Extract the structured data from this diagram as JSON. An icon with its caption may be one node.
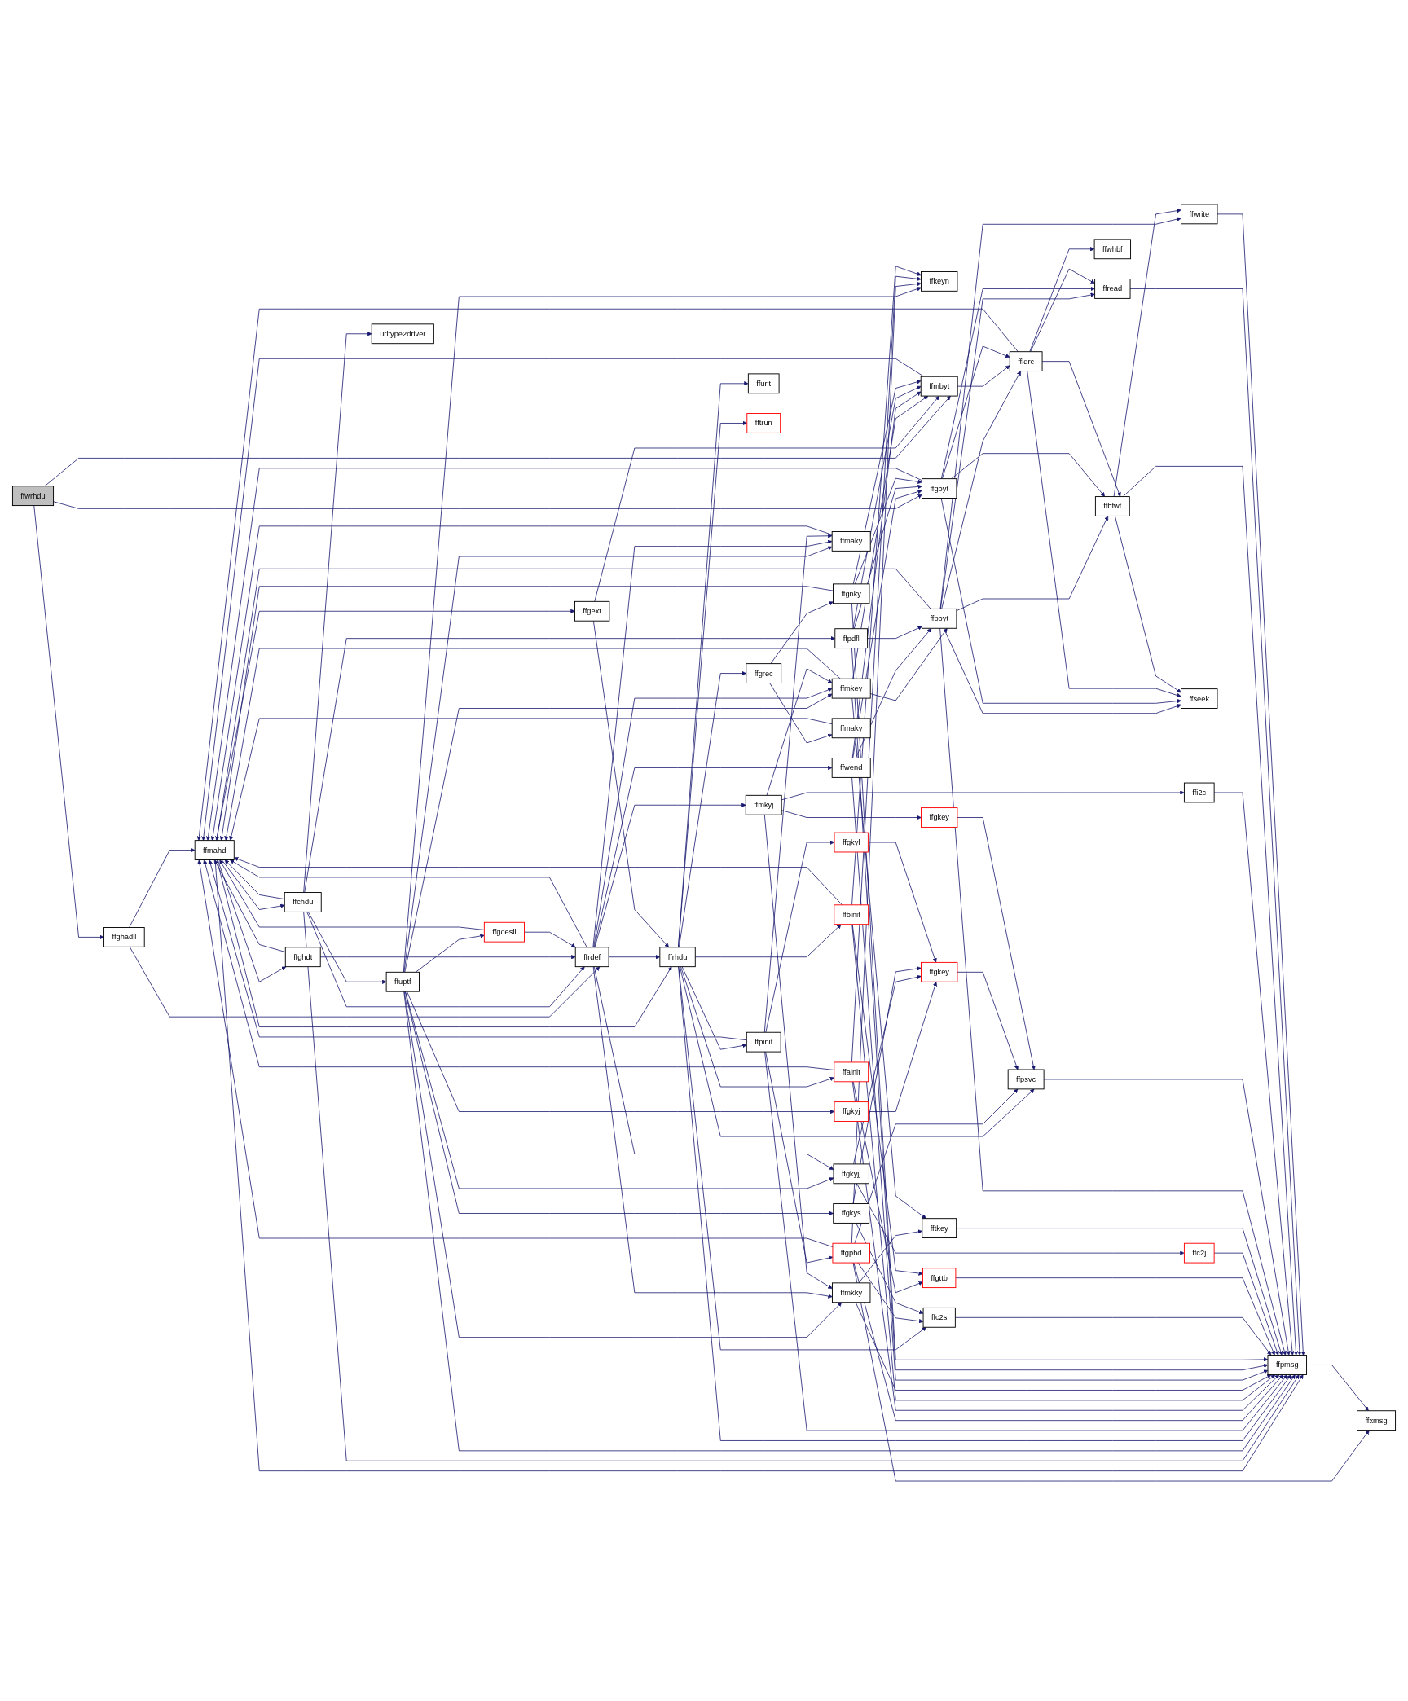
{
  "diagram": {
    "nodes": [
      {
        "text": [
          "ffwrhdu"
        ]
      },
      {
        "text": [
          "ffghadll"
        ]
      },
      {
        "text": [
          "ffmahd"
        ]
      },
      {
        "text": [
          "ffchdu"
        ]
      },
      {
        "text": [
          "ffghdt"
        ]
      },
      {
        "text": [
          "ffuptf"
        ]
      },
      {
        "text": [
          "urltype2driver"
        ]
      },
      {
        "text": [
          "ffgdesll"
        ]
      },
      {
        "text": [
          "ffrdef"
        ]
      },
      {
        "text": [
          "ffgext"
        ]
      },
      {
        "text": [
          "ffgkyj"
        ]
      },
      {
        "text": [
          "ffgkyjj"
        ]
      },
      {
        "text": [
          "ffrhdu"
        ]
      },
      {
        "text": [
          "ffmkyj"
        ]
      },
      {
        "text": [
          "ffgrec"
        ]
      },
      {
        "text": [
          "ffpinit"
        ]
      },
      {
        "text": [
          "ffurlt"
        ]
      },
      {
        "text": [
          "fftrun"
        ]
      },
      {
        "text": [
          "ffgphd"
        ]
      },
      {
        "text": [
          "ffainit"
        ]
      },
      {
        "text": [
          "ffbinit"
        ]
      },
      {
        "text": [
          "ffgkys"
        ]
      },
      {
        "text": [
          "ffgkyl"
        ]
      },
      {
        "text": [
          "ffmaky"
        ]
      },
      {
        "text": [
          "ffmkky"
        ]
      },
      {
        "text": [
          "ffmkey"
        ]
      },
      {
        "text": [
          "ffwend"
        ]
      },
      {
        "text": [
          "ffpdfl"
        ]
      },
      {
        "text": [
          "ffmaky"
        ]
      },
      {
        "text": [
          "ffgnky"
        ]
      },
      {
        "text": [
          "ffkeyn"
        ]
      },
      {
        "text": [
          "ffc2s"
        ]
      },
      {
        "text": [
          "ffgttb"
        ]
      },
      {
        "text": [
          "ffgkey"
        ]
      },
      {
        "text": [
          "ffc2j"
        ]
      },
      {
        "text": [
          "ffgkey"
        ]
      },
      {
        "text": [
          "fftkey"
        ]
      },
      {
        "text": [
          "ffpbyt"
        ]
      },
      {
        "text": [
          "ffmbyt"
        ]
      },
      {
        "text": [
          "ffgbyt"
        ]
      },
      {
        "text": [
          "ffpsvc"
        ]
      },
      {
        "text": [
          "ffi2c"
        ]
      },
      {
        "text": [
          "ffldrc"
        ]
      },
      {
        "text": [
          "ffbfwt"
        ]
      },
      {
        "text": [
          "ffwhbf"
        ]
      },
      {
        "text": [
          "ffread"
        ]
      },
      {
        "text": [
          "ffwrite"
        ]
      },
      {
        "text": [
          "ffseek"
        ]
      },
      {
        "text": [
          "ffpmsg"
        ]
      },
      {
        "text": [
          "ffxmsg"
        ]
      }
    ],
    "edges": [
      {
        "from": 0,
        "to": 1,
        "arrow": "to"
      },
      {
        "from": 0,
        "to": 38,
        "arrow": "to"
      },
      {
        "from": 0,
        "to": 39,
        "arrow": "to"
      },
      {
        "from": 1,
        "to": 2,
        "arrow": "to"
      },
      {
        "from": 1,
        "to": 8,
        "arrow": "to"
      },
      {
        "from": 2,
        "to": 3,
        "arrow": "to"
      },
      {
        "from": 2,
        "to": 4,
        "arrow": "to"
      },
      {
        "from": 2,
        "to": 9,
        "arrow": "to"
      },
      {
        "from": 2,
        "to": 12,
        "arrow": "to"
      },
      {
        "from": 2,
        "to": 48,
        "arrow": "to"
      },
      {
        "from": 3,
        "to": 2,
        "arrow": "to"
      },
      {
        "from": 3,
        "to": 5,
        "arrow": "to"
      },
      {
        "from": 3,
        "to": 6,
        "arrow": "to"
      },
      {
        "from": 3,
        "to": 8,
        "arrow": "to"
      },
      {
        "from": 3,
        "to": 27,
        "arrow": "to"
      },
      {
        "from": 3,
        "to": 48,
        "arrow": "to"
      },
      {
        "from": 4,
        "to": 2,
        "arrow": "to"
      },
      {
        "from": 4,
        "to": 8,
        "arrow": "to"
      },
      {
        "from": 5,
        "to": 7,
        "arrow": "to"
      },
      {
        "from": 5,
        "to": 10,
        "arrow": "to"
      },
      {
        "from": 5,
        "to": 11,
        "arrow": "to"
      },
      {
        "from": 5,
        "to": 23,
        "arrow": "to"
      },
      {
        "from": 5,
        "to": 24,
        "arrow": "to"
      },
      {
        "from": 5,
        "to": 25,
        "arrow": "to"
      },
      {
        "from": 5,
        "to": 30,
        "arrow": "to"
      },
      {
        "from": 5,
        "to": 21,
        "arrow": "to"
      },
      {
        "from": 5,
        "to": 48,
        "arrow": "to"
      },
      {
        "from": 7,
        "to": 2,
        "arrow": "to"
      },
      {
        "from": 7,
        "to": 8,
        "arrow": "to"
      },
      {
        "from": 8,
        "to": 2,
        "arrow": "to"
      },
      {
        "from": 8,
        "to": 12,
        "arrow": "to"
      },
      {
        "from": 8,
        "to": 11,
        "arrow": "to"
      },
      {
        "from": 8,
        "to": 23,
        "arrow": "to"
      },
      {
        "from": 8,
        "to": 24,
        "arrow": "to"
      },
      {
        "from": 8,
        "to": 13,
        "arrow": "to"
      },
      {
        "from": 8,
        "to": 25,
        "arrow": "to"
      },
      {
        "from": 8,
        "to": 26,
        "arrow": "to"
      },
      {
        "from": 9,
        "to": 12,
        "arrow": "to"
      },
      {
        "from": 9,
        "to": 38,
        "arrow": "to"
      },
      {
        "from": 10,
        "to": 33,
        "arrow": "to"
      },
      {
        "from": 11,
        "to": 33,
        "arrow": "to"
      },
      {
        "from": 11,
        "to": 34,
        "arrow": "to"
      },
      {
        "from": 12,
        "to": 15,
        "arrow": "to"
      },
      {
        "from": 12,
        "to": 20,
        "arrow": "to"
      },
      {
        "from": 12,
        "to": 19,
        "arrow": "to"
      },
      {
        "from": 12,
        "to": 31,
        "arrow": "to"
      },
      {
        "from": 12,
        "to": 16,
        "arrow": "to"
      },
      {
        "from": 12,
        "to": 17,
        "arrow": "to"
      },
      {
        "from": 12,
        "to": 40,
        "arrow": "to"
      },
      {
        "from": 12,
        "to": 48,
        "arrow": "to"
      },
      {
        "from": 12,
        "to": 14,
        "arrow": "to"
      },
      {
        "from": 13,
        "to": 24,
        "arrow": "to"
      },
      {
        "from": 13,
        "to": 35,
        "arrow": "to"
      },
      {
        "from": 13,
        "to": 25,
        "arrow": "to"
      },
      {
        "from": 13,
        "to": 41,
        "arrow": "to"
      },
      {
        "from": 14,
        "to": 28,
        "arrow": "to"
      },
      {
        "from": 14,
        "to": 29,
        "arrow": "to"
      },
      {
        "from": 15,
        "to": 18,
        "arrow": "to"
      },
      {
        "from": 15,
        "to": 22,
        "arrow": "to"
      },
      {
        "from": 15,
        "to": 23,
        "arrow": "to"
      },
      {
        "from": 15,
        "to": 2,
        "arrow": "to"
      },
      {
        "from": 15,
        "to": 48,
        "arrow": "to"
      },
      {
        "from": 18,
        "to": 2,
        "arrow": "to"
      },
      {
        "from": 18,
        "to": 30,
        "arrow": "to"
      },
      {
        "from": 18,
        "to": 31,
        "arrow": "to"
      },
      {
        "from": 18,
        "to": 40,
        "arrow": "to"
      },
      {
        "from": 18,
        "to": 48,
        "arrow": "to"
      },
      {
        "from": 18,
        "to": 49,
        "arrow": "to"
      },
      {
        "from": 19,
        "to": 2,
        "arrow": "to"
      },
      {
        "from": 19,
        "to": 30,
        "arrow": "to"
      },
      {
        "from": 19,
        "to": 32,
        "arrow": "to"
      },
      {
        "from": 19,
        "to": 48,
        "arrow": "to"
      },
      {
        "from": 20,
        "to": 2,
        "arrow": "to"
      },
      {
        "from": 20,
        "to": 30,
        "arrow": "to"
      },
      {
        "from": 20,
        "to": 32,
        "arrow": "to"
      },
      {
        "from": 20,
        "to": 48,
        "arrow": "to"
      },
      {
        "from": 21,
        "to": 31,
        "arrow": "to"
      },
      {
        "from": 21,
        "to": 33,
        "arrow": "to"
      },
      {
        "from": 22,
        "to": 33,
        "arrow": "to"
      },
      {
        "from": 23,
        "to": 2,
        "arrow": "to"
      },
      {
        "from": 24,
        "to": 36,
        "arrow": "to"
      },
      {
        "from": 24,
        "to": 48,
        "arrow": "to"
      },
      {
        "from": 25,
        "to": 2,
        "arrow": "to"
      },
      {
        "from": 25,
        "to": 36,
        "arrow": "to"
      },
      {
        "from": 25,
        "to": 37,
        "arrow": "to"
      },
      {
        "from": 25,
        "to": 38,
        "arrow": "to"
      },
      {
        "from": 26,
        "to": 37,
        "arrow": "to"
      },
      {
        "from": 26,
        "to": 38,
        "arrow": "to"
      },
      {
        "from": 26,
        "to": 39,
        "arrow": "to"
      },
      {
        "from": 26,
        "to": 48,
        "arrow": "to"
      },
      {
        "from": 27,
        "to": 37,
        "arrow": "to"
      },
      {
        "from": 27,
        "to": 38,
        "arrow": "to"
      },
      {
        "from": 27,
        "to": 39,
        "arrow": "to"
      },
      {
        "from": 27,
        "to": 48,
        "arrow": "to"
      },
      {
        "from": 28,
        "to": 2,
        "arrow": "to"
      },
      {
        "from": 29,
        "to": 2,
        "arrow": "to"
      },
      {
        "from": 29,
        "to": 38,
        "arrow": "to"
      },
      {
        "from": 29,
        "to": 39,
        "arrow": "to"
      },
      {
        "from": 29,
        "to": 48,
        "arrow": "to"
      },
      {
        "from": 31,
        "to": 48,
        "arrow": "to"
      },
      {
        "from": 32,
        "to": 48,
        "arrow": "to"
      },
      {
        "from": 33,
        "to": 40,
        "arrow": "to"
      },
      {
        "from": 34,
        "to": 48,
        "arrow": "to"
      },
      {
        "from": 35,
        "to": 40,
        "arrow": "to"
      },
      {
        "from": 36,
        "to": 48,
        "arrow": "to"
      },
      {
        "from": 37,
        "to": 2,
        "arrow": "to"
      },
      {
        "from": 37,
        "to": 46,
        "arrow": "to"
      },
      {
        "from": 37,
        "to": 43,
        "arrow": "to"
      },
      {
        "from": 37,
        "to": 47,
        "arrow": "to"
      },
      {
        "from": 37,
        "to": 42,
        "arrow": "to"
      },
      {
        "from": 37,
        "to": 45,
        "arrow": "to"
      },
      {
        "from": 37,
        "to": 48,
        "arrow": "to"
      },
      {
        "from": 38,
        "to": 2,
        "arrow": "to"
      },
      {
        "from": 38,
        "to": 42,
        "arrow": "to"
      },
      {
        "from": 39,
        "to": 2,
        "arrow": "to"
      },
      {
        "from": 39,
        "to": 42,
        "arrow": "to"
      },
      {
        "from": 39,
        "to": 43,
        "arrow": "to"
      },
      {
        "from": 39,
        "to": 45,
        "arrow": "to"
      },
      {
        "from": 39,
        "to": 47,
        "arrow": "to"
      },
      {
        "from": 40,
        "to": 48,
        "arrow": "to"
      },
      {
        "from": 41,
        "to": 48,
        "arrow": "to"
      },
      {
        "from": 42,
        "to": 2,
        "arrow": "to"
      },
      {
        "from": 42,
        "to": 43,
        "arrow": "to"
      },
      {
        "from": 42,
        "to": 44,
        "arrow": "to"
      },
      {
        "from": 42,
        "to": 47,
        "arrow": "to"
      },
      {
        "from": 42,
        "to": 45,
        "arrow": "to"
      },
      {
        "from": 43,
        "to": 46,
        "arrow": "to"
      },
      {
        "from": 43,
        "to": 47,
        "arrow": "to"
      },
      {
        "from": 43,
        "to": 48,
        "arrow": "to"
      },
      {
        "from": 45,
        "to": 48,
        "arrow": "to"
      },
      {
        "from": 46,
        "to": 48,
        "arrow": "to"
      },
      {
        "from": 48,
        "to": 49,
        "arrow": "to"
      }
    ]
  }
}
